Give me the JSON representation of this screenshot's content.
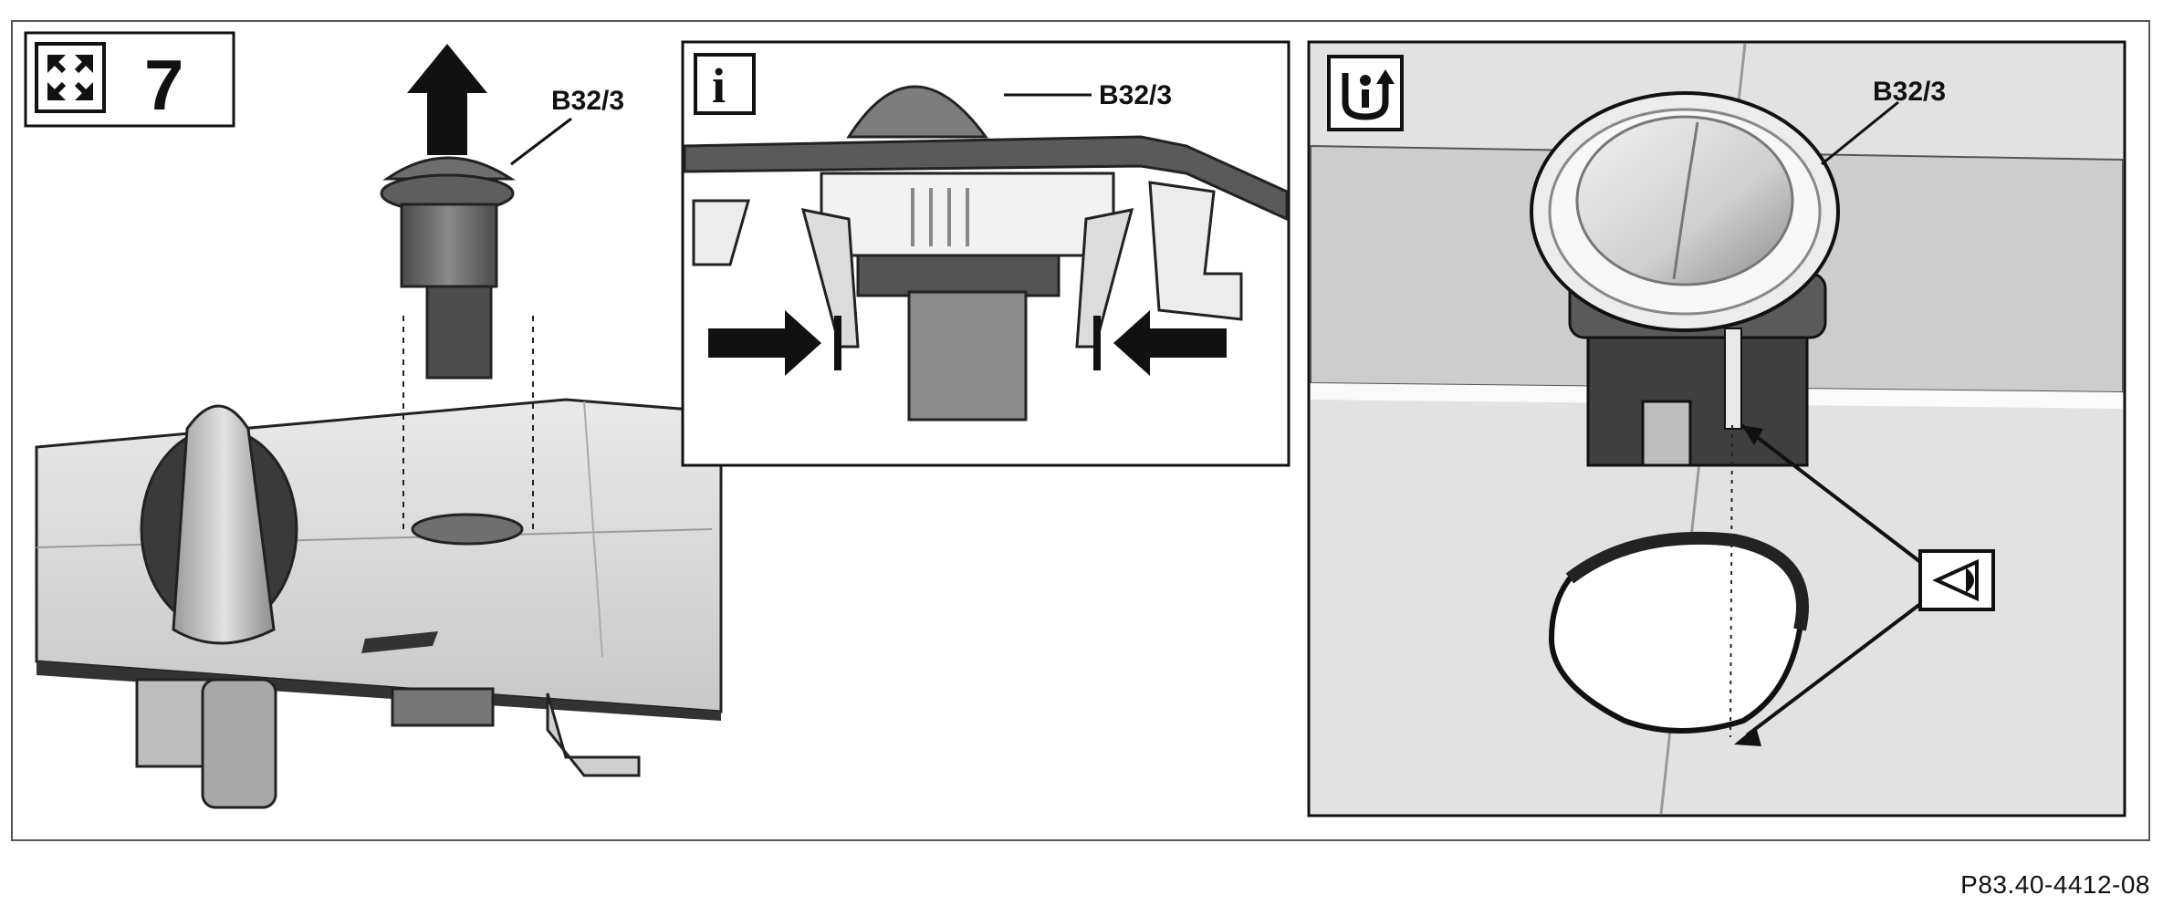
{
  "step": {
    "number": "7",
    "icon": "expand-arrows-icon"
  },
  "panel_info": {
    "icon": "info-icon",
    "glyph": "i"
  },
  "panel_check": {
    "icon": "check-inspect-icon"
  },
  "labels": {
    "part_left": "B32/3",
    "part_middle": "B32/3",
    "part_right": "B32/3"
  },
  "eye_marker": {
    "icon": "eye-icon"
  },
  "figure_code": "P83.40-4412-08",
  "colors": {
    "outline": "#111111",
    "panel_border": "#555555",
    "part_gray_dark": "#6b6b6b",
    "part_gray_mid": "#9a9a9a",
    "part_gray_light": "#d6d6d6",
    "surface": "#e4e4e4"
  }
}
